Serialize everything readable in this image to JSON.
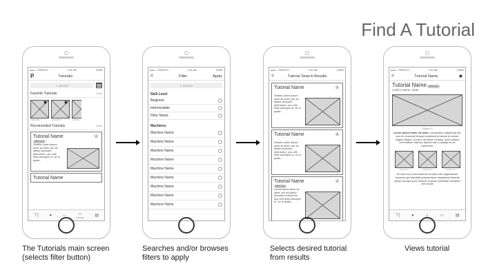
{
  "page_title": "Find A Tutorial",
  "status": {
    "carrier": "●●●○○ PARTICO",
    "time": "9:41 AM",
    "battery": "$ 98%"
  },
  "screen1": {
    "logo": "P",
    "nav_title": "Tutorials",
    "search_placeholder": "Search",
    "favorites_label": "Favorite Tutorials",
    "favorites_detail": "Detail",
    "thumb_labels": [
      "Tutorials",
      "Tutorials",
      "Tutoria"
    ],
    "recommended_label": "Recomended Tutorials",
    "recommended_detail": "Detail",
    "card": {
      "title": "Tutorial Name",
      "badge": "Skill Level",
      "text": "Details Lorem ipsum dolor sit amet, per ea labitur accusam referrentur, usu velit libris principes ut, vix in quais..."
    },
    "card2_title": "Tutorial Name",
    "tab_active": "Tutorials"
  },
  "screen2": {
    "back": "<",
    "nav_title": "Filter",
    "apply": "Apply",
    "search_placeholder": "Search",
    "skill_header": "Skill Level",
    "skill_items": [
      "Beginner",
      "Intermediate",
      "Filter Name"
    ],
    "machines_header": "Machines",
    "machine_items": [
      "Machine Name",
      "Machine Name",
      "Machine Name",
      "Machine Name",
      "Machine Name",
      "Machine Name",
      "Machine Name",
      "Machine Name",
      "Machine Name"
    ]
  },
  "screen3": {
    "back": "<",
    "nav_title": "Tutorial Search Results",
    "cards": [
      {
        "title": "Tutorial Name",
        "badge": "",
        "text": "Details Lorem ipsum dolor sit amet, per ea labitur accusam referrentur, usu velit libris principes ut, vix in quais..."
      },
      {
        "title": "Tutorial Name",
        "badge": "",
        "text": "Details Lorem ipsum dolor sit amet, per ea labitur accusam referrentur, usu velit libris principes ut, vix in quais..."
      },
      {
        "title": "Tutorial Name",
        "badge": "Skill Level",
        "text": "Lorem ipsum dolor sit amet, per ea labitur accusam referrentur, usu velit libris principes ut, vix in quais..."
      }
    ]
  },
  "screen4": {
    "back": "<",
    "nav_title": "Tutorial Name",
    "title": "Tutorial Name",
    "badge": "Skill Level",
    "author": "Author Name, Date",
    "figure_caption": "(Figure 1)",
    "body1_bold": "Lorem ipsum dolor sit amet,",
    "body1": " consectetur adipiscing elit, sed do eiusmod tempor incididunt ut labore et dolore magna aliqua. Ut enim ad minim veniam, quis nostrud exercitation ullamco laboris nisi ut aliquip ex ea commodo.",
    "figure_labels": [
      "(Figure 2)",
      "(Figure 3)",
      "(Figure 4)"
    ],
    "body2": "At vero eos et accusamus et iusto odio dignissimos ducimus qui blanditiis praesentium voluptatum deleniti atque corrupti quos dolores et quas molestias excepturi sint occae"
  },
  "captions": {
    "c1": "The Tutorials main screen (selects filter button)",
    "c2": "Searches and/or browses filters to apply",
    "c3": "Selects desired tutorial from results",
    "c4": "Views tutorial"
  }
}
